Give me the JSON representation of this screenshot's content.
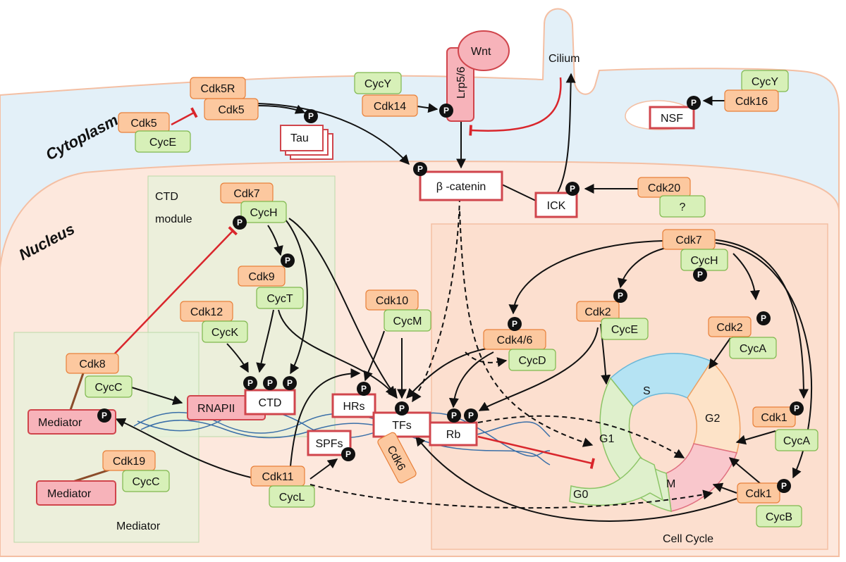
{
  "regions": {
    "cytoplasm": "Cytoplasm",
    "nucleus": "Nucleus",
    "cilium": "Cilium",
    "ctd_module": "CTD\nmodule",
    "mediator_module": "Mediator",
    "cell_cycle": "Cell Cycle"
  },
  "kinases": {
    "cdk5r": "Cdk5R",
    "cdk5_a": "Cdk5",
    "cdk5_b": "Cdk5",
    "cyce_cdk5": "CycE",
    "cycy_a": "CycY",
    "cdk14": "Cdk14",
    "cycy_b": "CycY",
    "cdk16": "Cdk16",
    "cdk7_a": "Cdk7",
    "cych_a": "CycH",
    "cdk9": "Cdk9",
    "cyct": "CycT",
    "cdk12": "Cdk12",
    "cyck": "CycK",
    "cdk10": "Cdk10",
    "cycm": "CycM",
    "cdk20": "Cdk20",
    "unknown": "?",
    "cdk8": "Cdk8",
    "cycc_a": "CycC",
    "cdk19": "Cdk19",
    "cycc_b": "CycC",
    "cdk11": "Cdk11",
    "cycl": "CycL",
    "cdk46": "Cdk4/6",
    "cycd": "CycD",
    "cdk6": "Cdk6",
    "cdk7_b": "Cdk7",
    "cych_b": "CycH",
    "cdk2_a": "Cdk2",
    "cyce_a": "CycE",
    "cdk2_b": "Cdk2",
    "cyca_a": "CycA",
    "cdk1_a": "Cdk1",
    "cyca_b": "CycA",
    "cdk1_b": "Cdk1",
    "cycb": "CycB"
  },
  "targets": {
    "wnt": "Wnt",
    "lrp": "Lrp5/6",
    "tau": "Tau",
    "nsf": "NSF",
    "bcat": "β -catenin",
    "ick": "ICK",
    "rnapii": "RNAPII",
    "ctd": "CTD",
    "hrs": "HRs",
    "tfs": "TFs",
    "rb": "Rb",
    "spfs": "SPFs",
    "mediator_a": "Mediator",
    "mediator_b": "Mediator"
  },
  "phases": {
    "s": "S",
    "g2": "G2",
    "m": "M",
    "g1": "G1",
    "g0": "G0"
  },
  "phospho_symbol": "P"
}
